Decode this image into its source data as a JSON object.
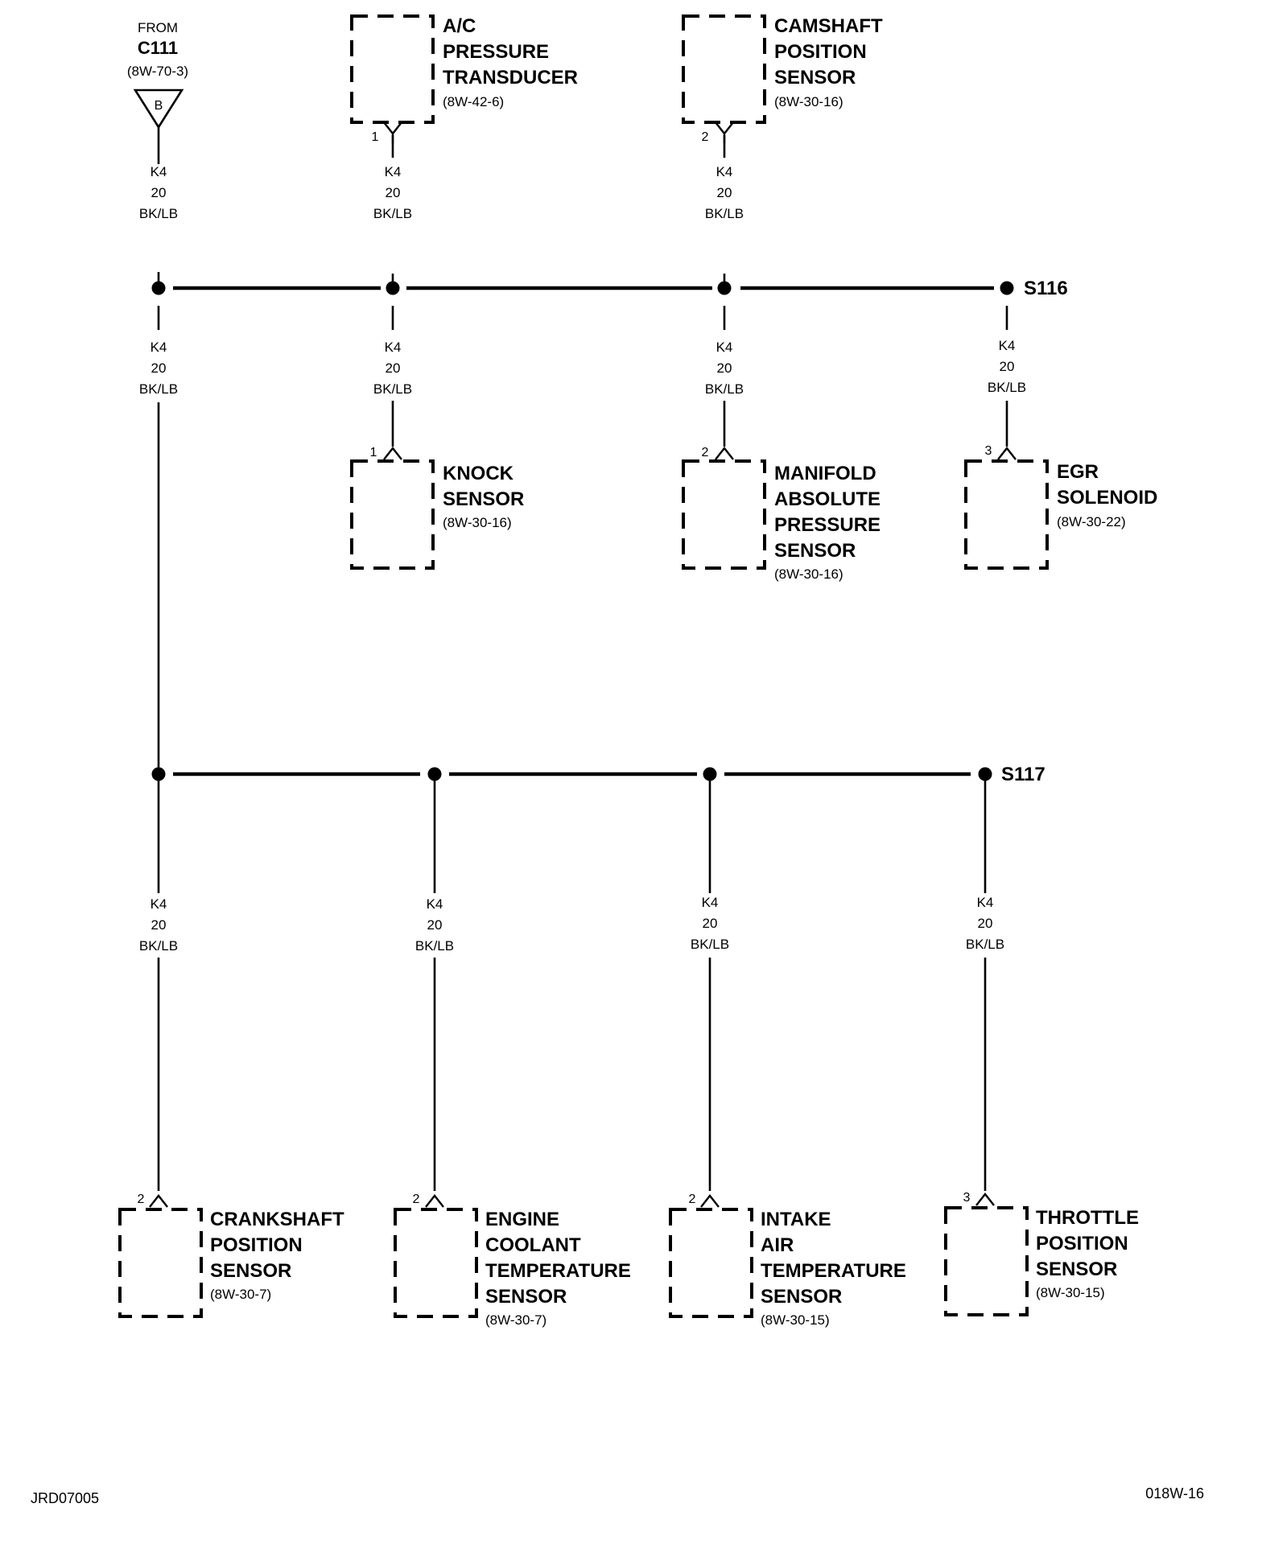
{
  "source_connector": {
    "from_label": "FROM",
    "connector": "C111",
    "ref": "(8W-70-3)",
    "cavity": "B"
  },
  "wire": {
    "circuit": "K4",
    "gauge": "20",
    "color": "BK/LB"
  },
  "splices": {
    "s116": "S116",
    "s117": "S117"
  },
  "components": {
    "ac": {
      "pin": "1",
      "name": [
        "A/C",
        "PRESSURE",
        "TRANSDUCER"
      ],
      "ref": "(8W-42-6)"
    },
    "cam": {
      "pin": "2",
      "name": [
        "CAMSHAFT",
        "POSITION",
        "SENSOR"
      ],
      "ref": "(8W-30-16)"
    },
    "knock": {
      "pin": "1",
      "name": [
        "KNOCK",
        "SENSOR"
      ],
      "ref": "(8W-30-16)"
    },
    "map": {
      "pin": "2",
      "name": [
        "MANIFOLD",
        "ABSOLUTE",
        "PRESSURE",
        "SENSOR"
      ],
      "ref": "(8W-30-16)"
    },
    "egr": {
      "pin": "3",
      "name": [
        "EGR",
        "SOLENOID"
      ],
      "ref": "(8W-30-22)"
    },
    "ckp": {
      "pin": "2",
      "name": [
        "CRANKSHAFT",
        "POSITION",
        "SENSOR"
      ],
      "ref": "(8W-30-7)"
    },
    "ect": {
      "pin": "2",
      "name": [
        "ENGINE",
        "COOLANT",
        "TEMPERATURE",
        "SENSOR"
      ],
      "ref": "(8W-30-7)"
    },
    "iat": {
      "pin": "2",
      "name": [
        "INTAKE",
        "AIR",
        "TEMPERATURE",
        "SENSOR"
      ],
      "ref": "(8W-30-15)"
    },
    "tps": {
      "pin": "3",
      "name": [
        "THROTTLE",
        "POSITION",
        "SENSOR"
      ],
      "ref": "(8W-30-15)"
    }
  },
  "footer": {
    "left_code": "JRD07005",
    "right_code": "018W-16"
  }
}
